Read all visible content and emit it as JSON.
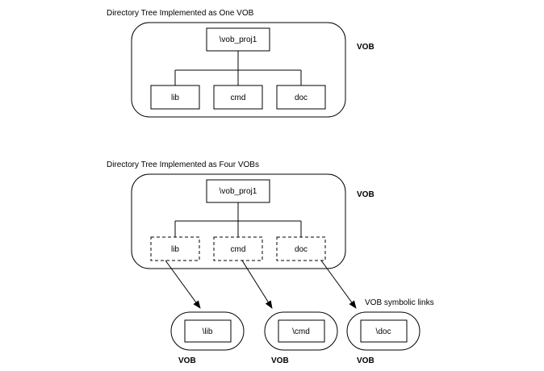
{
  "diagram1": {
    "title": "Directory Tree Implemented as One VOB",
    "vob_label": "VOB",
    "root": "\\vob_proj1",
    "children": [
      "lib",
      "cmd",
      "doc"
    ]
  },
  "diagram2": {
    "title": "Directory Tree Implemented as Four VOBs",
    "vob_label": "VOB",
    "root": "\\vob_proj1",
    "links": [
      "lib",
      "cmd",
      "doc"
    ],
    "links_label": "VOB symbolic links",
    "vobs": [
      {
        "name": "\\lib",
        "label": "VOB"
      },
      {
        "name": "\\cmd",
        "label": "VOB"
      },
      {
        "name": "\\doc",
        "label": "VOB"
      }
    ]
  }
}
